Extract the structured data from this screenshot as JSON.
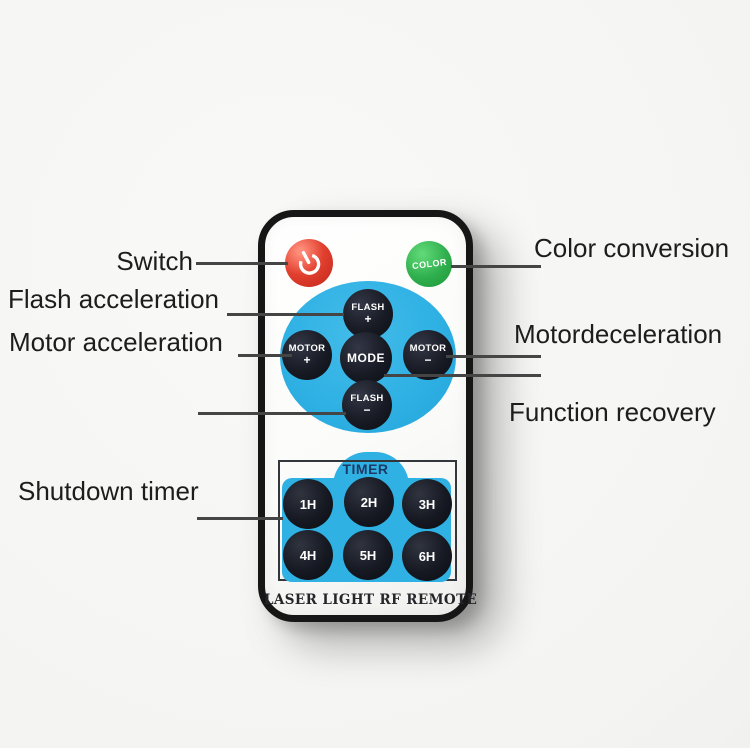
{
  "annotations": {
    "switch": "Switch",
    "flash_acceleration": "Flash acceleration",
    "motor_acceleration": "Motor acceleration",
    "shutdown_timer": "Shutdown timer",
    "color_conversion": "Color conversion",
    "motor_deceleration": "Motordeceleration",
    "function_recovery": "Function recovery"
  },
  "remote": {
    "color_button_label": "COLOR",
    "pads": {
      "flash_plus": {
        "top": "FLASH",
        "bottom": "+"
      },
      "motor_plus": {
        "top": "MOTOR",
        "bottom": "+"
      },
      "mode": {
        "label": "MODE"
      },
      "motor_minus": {
        "top": "MOTOR",
        "bottom": "−"
      },
      "flash_minus": {
        "top": "FLASH",
        "bottom": "−"
      }
    },
    "timer": {
      "title": "TIMER",
      "hours": [
        "1H",
        "2H",
        "3H",
        "4H",
        "5H",
        "6H"
      ]
    },
    "brand": "LASER LIGHT RF REMOTE"
  },
  "colors": {
    "accent_blue": "#2fb1e4",
    "button_dark": "#14161d",
    "power_red": "#d63426",
    "color_green": "#2fae4d",
    "timer_text_navy": "#1c3a66"
  }
}
